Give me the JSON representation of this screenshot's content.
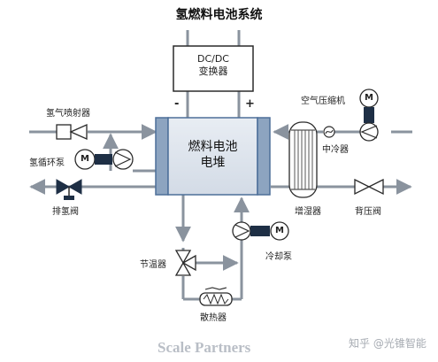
{
  "title": "氢燃料电池系统",
  "stack_label": "燃料电池\n电堆",
  "converter_label": "DC/DC\n变换器",
  "polarity": {
    "minus": "-",
    "plus": "+"
  },
  "motor_symbol": "M",
  "components": {
    "hydrogen_injector": "氢气喷射器",
    "hydrogen_recirculation_pump": "氢循环泵",
    "hydrogen_purge_valve": "排氢阀",
    "air_compressor": "空气压缩机",
    "intercooler": "中冷器",
    "humidifier": "增湿器",
    "back_pressure_valve": "背压阀",
    "coolant_pump": "冷却泵",
    "thermostat": "节温器",
    "radiator": "散热器"
  },
  "footer": {
    "brand": "Scale Partners",
    "watermark": "知乎 @光锥智能"
  },
  "colors": {
    "pipe": "#8a939e",
    "stack_fill": "#dfe5ec",
    "stack_frame": "#4d6f99",
    "end_plate": "#8da4c0",
    "motor_body": "#1e2f45",
    "outline": "#2a2a2a"
  }
}
